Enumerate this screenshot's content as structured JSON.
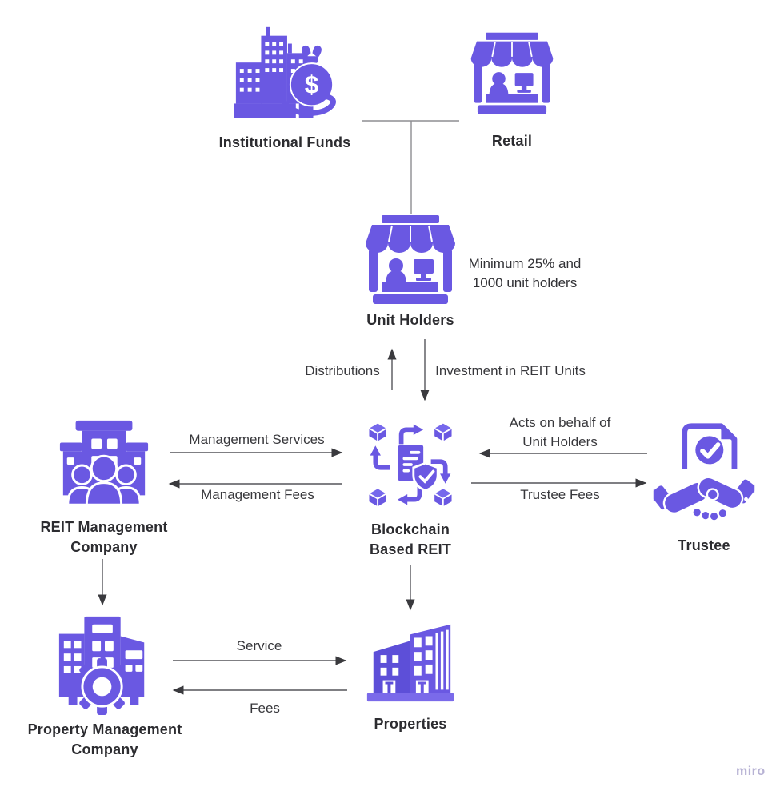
{
  "colors": {
    "primary_purple": "#6A58E2",
    "dark_purple": "#5D4FD8",
    "light_purple": "#7A6AEA",
    "label_text": "#2c2c30",
    "edge_text": "#38383c",
    "arrow_line": "#55555a",
    "watermark": "#b7b2d4"
  },
  "glyphs": {
    "dollar": "$"
  },
  "nodes": {
    "institutional_funds": {
      "label": "Institutional Funds"
    },
    "retail": {
      "label": "Retail"
    },
    "unit_holders": {
      "label": "Unit Holders",
      "note": "Minimum 25% and\n1000 unit holders"
    },
    "blockchain_reit": {
      "label": "Blockchain\nBased REIT"
    },
    "reit_management": {
      "label": "REIT Management\nCompany"
    },
    "trustee": {
      "label": "Trustee"
    },
    "property_management": {
      "label": "Property Management\nCompany"
    },
    "properties": {
      "label": "Properties"
    }
  },
  "edges": {
    "distributions": {
      "label": "Distributions"
    },
    "investment": {
      "label": "Investment in REIT Units"
    },
    "management_services": {
      "label": "Management Services"
    },
    "management_fees": {
      "label": "Management Fees"
    },
    "acts_on_behalf": {
      "label": "Acts on behalf of\nUnit Holders"
    },
    "trustee_fees": {
      "label": "Trustee Fees"
    },
    "service": {
      "label": "Service"
    },
    "fees": {
      "label": "Fees"
    }
  },
  "watermark": "miro"
}
